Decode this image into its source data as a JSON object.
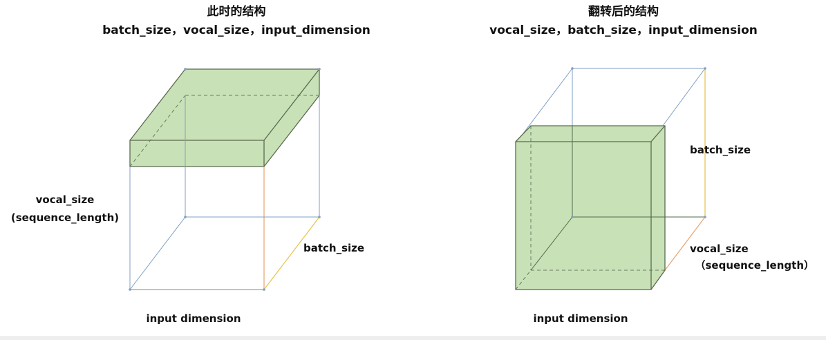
{
  "colors": {
    "fill": "#c5dfb2",
    "fill_edge": "#5a6a50",
    "blue_edge": "#7f9fc4",
    "orange_edge": "#e7a26d",
    "yellow_edge": "#e6c24a",
    "green_edge": "#7fb57f"
  },
  "left": {
    "title": "此时的结构",
    "subtitle": "batch_size，vocal_size，input_dimension",
    "label_vertical_line1": "vocal_size",
    "label_vertical_line2": "(sequence_length)",
    "label_depth": "batch_size",
    "label_bottom": "input dimension"
  },
  "right": {
    "title": "翻转后的结构",
    "subtitle": "vocal_size，batch_size，input_dimension",
    "label_vertical": "batch_size",
    "label_depth_line1": "vocal_size",
    "label_depth_line2": "（sequence_length）",
    "label_bottom": "input dimension"
  }
}
